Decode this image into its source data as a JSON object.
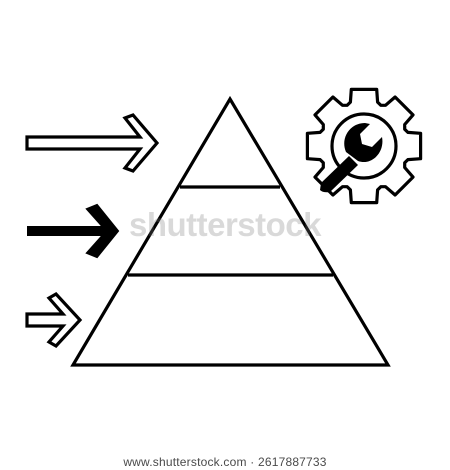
{
  "illustration": {
    "stroke_color": "#000000",
    "background": "#ffffff",
    "icons": [
      "outline-arrow-icon",
      "solid-arrow-icon",
      "small-outline-arrow-icon",
      "pyramid-icon",
      "gear-icon",
      "wrench-icon"
    ],
    "pyramid_levels": 3
  },
  "watermark": {
    "overlay_text": "shutterstock",
    "caption": "www.shutterstock.com · 2617887733"
  }
}
